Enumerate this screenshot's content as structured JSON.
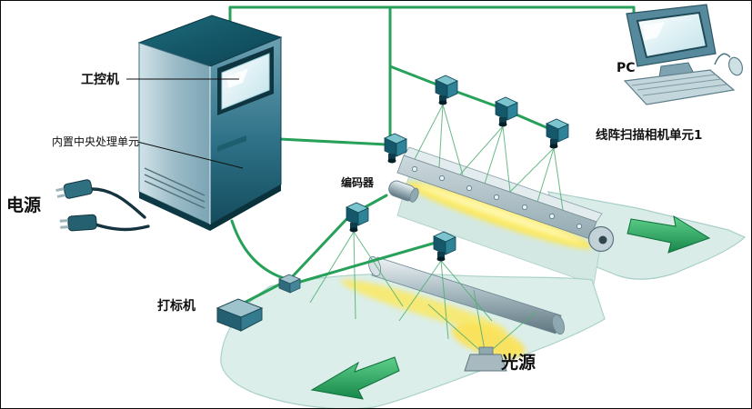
{
  "diagram": {
    "labels": {
      "power": "电源",
      "industrial_computer": "工控机",
      "cpu": "内置中央处理单元",
      "pc": "PC",
      "line_scan_camera_unit": "线阵扫描相机单元1",
      "encoder": "编码器",
      "marking_machine": "打标机",
      "light_source": "光源"
    },
    "colors": {
      "cable_green": "#27a05a",
      "arrow_green": "#2fae62",
      "glow_yellow": "#ffe84f",
      "machine_teal": "#1b5a6e",
      "web_sheet": "#d9ece8"
    }
  }
}
